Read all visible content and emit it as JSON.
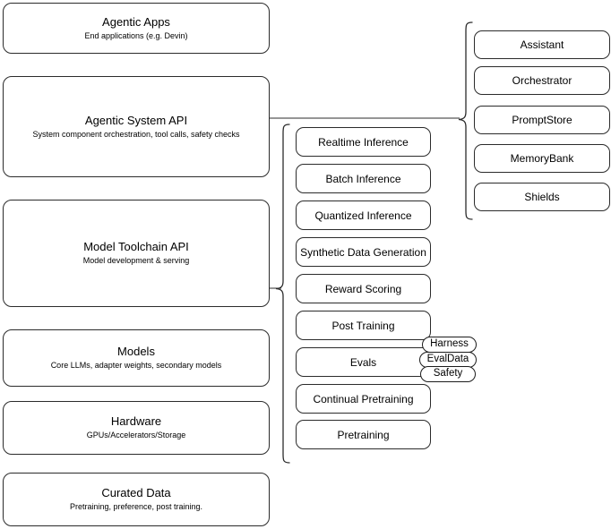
{
  "diagram": {
    "title": "Agentic stack architecture layers",
    "stroke_color": "#2b2b2b",
    "background_color": "#ffffff"
  },
  "layers": [
    {
      "id": "agentic-apps",
      "title": "Agentic Apps",
      "subtitle": "End applications (e.g. Devin)"
    },
    {
      "id": "agentic-system-api",
      "title": "Agentic System API",
      "subtitle": "System component orchestration, tool calls, safety checks"
    },
    {
      "id": "model-toolchain-api",
      "title": "Model Toolchain API",
      "subtitle": "Model development & serving"
    },
    {
      "id": "models",
      "title": "Models",
      "subtitle": "Core LLMs, adapter weights, secondary models"
    },
    {
      "id": "hardware",
      "title": "Hardware",
      "subtitle": "GPUs/Accelerators/Storage"
    },
    {
      "id": "curated-data",
      "title": "Curated Data",
      "subtitle": "Pretraining, preference, post training."
    }
  ],
  "toolchain_capabilities": [
    {
      "id": "realtime-inference",
      "label": "Realtime Inference"
    },
    {
      "id": "batch-inference",
      "label": "Batch Inference"
    },
    {
      "id": "quantized-inference",
      "label": "Quantized Inference"
    },
    {
      "id": "synthetic-data-generation",
      "label": "Synthetic Data Generation"
    },
    {
      "id": "reward-scoring",
      "label": "Reward Scoring"
    },
    {
      "id": "post-training",
      "label": "Post Training"
    },
    {
      "id": "evals",
      "label": "Evals"
    },
    {
      "id": "continual-pretraining",
      "label": "Continual Pretraining"
    },
    {
      "id": "pretraining",
      "label": "Pretraining"
    }
  ],
  "system_components": [
    {
      "id": "assistant",
      "label": "Assistant"
    },
    {
      "id": "orchestrator",
      "label": "Orchestrator"
    },
    {
      "id": "promptstore",
      "label": "PromptStore"
    },
    {
      "id": "memorybank",
      "label": "MemoryBank"
    },
    {
      "id": "shields",
      "label": "Shields"
    }
  ],
  "evals_badges": [
    {
      "id": "harness",
      "label": "Harness"
    },
    {
      "id": "evaldata",
      "label": "EvalData"
    },
    {
      "id": "safety",
      "label": "Safety"
    }
  ]
}
